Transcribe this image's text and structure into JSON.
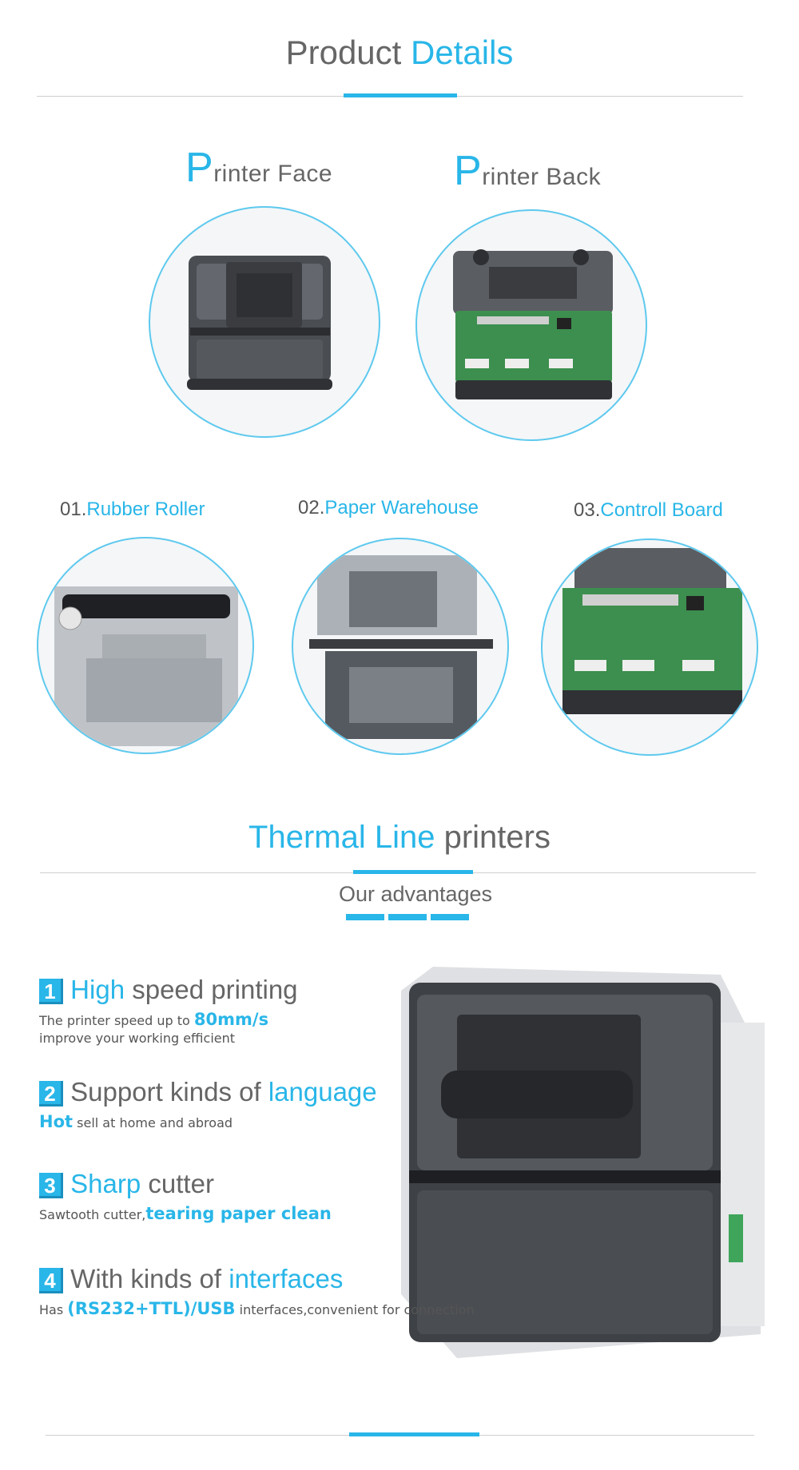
{
  "header": {
    "title_part1": "Product",
    "title_part2": "Details"
  },
  "views": [
    {
      "initial": "P",
      "rest": "rinter Face",
      "image": "printer-front-photo"
    },
    {
      "initial": "P",
      "rest": "rinter Back",
      "image": "printer-back-board-photo"
    }
  ],
  "parts": [
    {
      "num": "01.",
      "label": "Rubber Roller"
    },
    {
      "num": "02.",
      "label": "Paper Warehouse"
    },
    {
      "num": "03.",
      "label": "Controll Board"
    }
  ],
  "section2": {
    "title_part1": "Thermal Line",
    "title_part2": "printers",
    "subtitle": "Our advantages"
  },
  "advantages": [
    {
      "num": "1",
      "title_hl": "High",
      "title_rest": " speed printing",
      "desc_pre": "The printer speed up to ",
      "desc_hl": "80mm/s",
      "desc_line2": "improve your working efficient"
    },
    {
      "num": "2",
      "title_pre": "Support kinds of ",
      "title_hl": "language",
      "desc_hl": "Hot",
      "desc_post": " sell at home and abroad"
    },
    {
      "num": "3",
      "title_hl": "Sharp",
      "title_rest": " cutter",
      "desc_pre": "Sawtooth cutter,",
      "desc_hl": "tearing paper clean"
    },
    {
      "num": "4",
      "title_pre": "With kinds of ",
      "title_hl": "interfaces",
      "desc_pre": "Has ",
      "desc_hl": "(RS232+TTL)/USB",
      "desc_post": " interfaces,convenient for connection"
    }
  ],
  "colors": {
    "accent": "#29b6e8",
    "text": "#666666",
    "rule": "#cfcfcf"
  }
}
